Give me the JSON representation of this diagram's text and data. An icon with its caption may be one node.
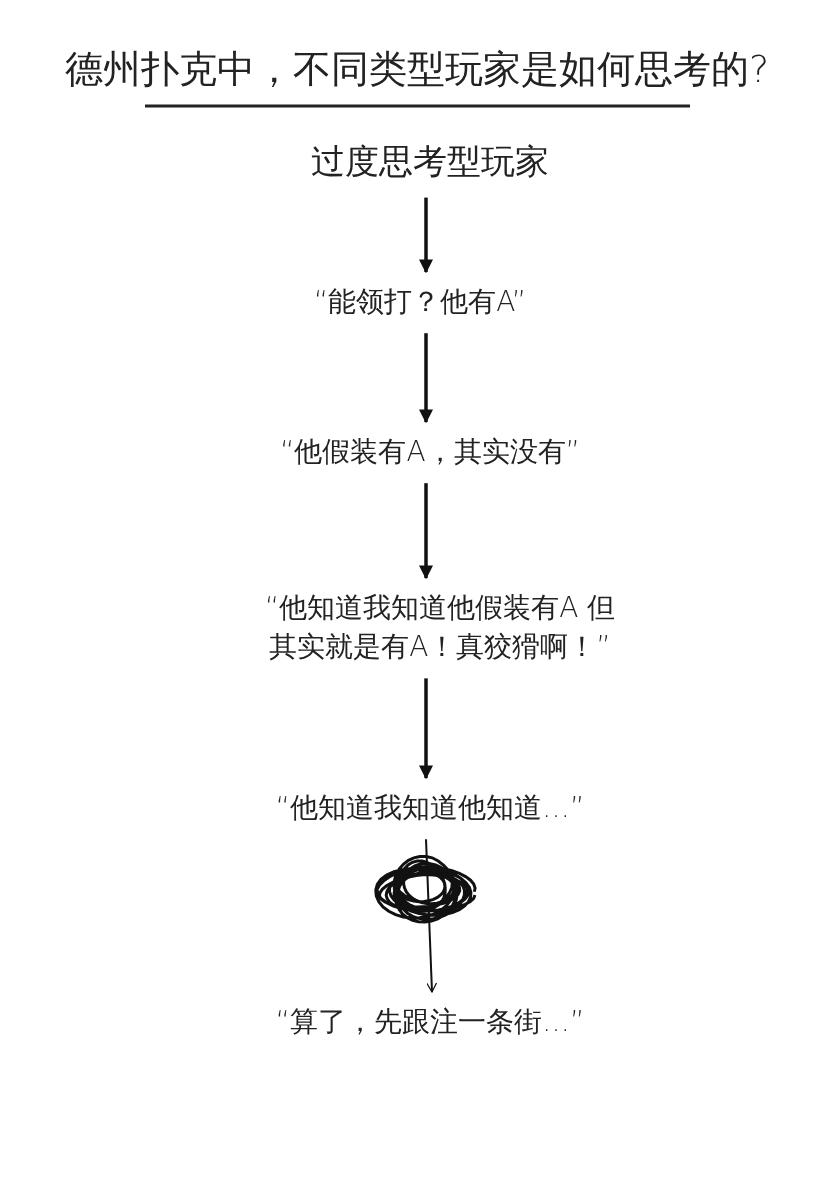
{
  "diagram": {
    "title": "德州扑克中，不同类型玩家是如何思考的?",
    "nodes": [
      {
        "text": [
          "过度思考型玩家"
        ]
      },
      {
        "text": [
          "“能领打？他有A”"
        ]
      },
      {
        "text": [
          "“他假装有A，其实没有”"
        ]
      },
      {
        "text": [
          "“他知道我知道他假装有A 但其实就是有A！真狡猾啊！”"
        ]
      },
      {
        "text": [
          "“他知道我知道他知道…”"
        ]
      },
      {
        "text": [
          "“算了，先跟注一条街…”"
        ]
      }
    ],
    "edges": [
      {
        "from": 0,
        "to": 1,
        "arrow": "to"
      },
      {
        "from": 1,
        "to": 2,
        "arrow": "to"
      },
      {
        "from": 2,
        "to": 3,
        "arrow": "to"
      },
      {
        "from": 3,
        "to": 4,
        "arrow": "to"
      },
      {
        "from": 4,
        "to": 5,
        "arrow": "to"
      }
    ]
  }
}
